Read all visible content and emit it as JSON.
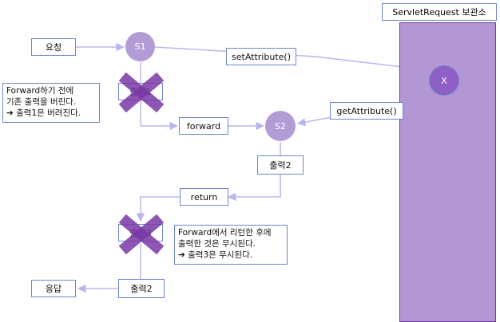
{
  "storage": {
    "title": "ServletRequest 보관소"
  },
  "nodes": {
    "request": "요청",
    "s1": "S1",
    "s2": "S2",
    "x": "X",
    "set_attribute": "setAttribute()",
    "get_attribute": "getAttribute()",
    "output1": "출력1",
    "forward": "forward",
    "output2_s2": "출력2",
    "return": "return",
    "output3": "출력3",
    "output2_final": "출력2",
    "response": "응답"
  },
  "notes": {
    "forward_note": [
      "Forward하기 전에",
      "기존 출력을 버린다.",
      "➔ 출력1은 버려진다."
    ],
    "return_note": [
      "Forward에서 리턴한 후에",
      "출력한 것은 무시된다.",
      "➔ 출력3은 무시된다."
    ]
  },
  "colors": {
    "arrow": "#b7b7ee",
    "storage": "#b397d4",
    "cross": "#7a38a6",
    "node": "#b39cd6",
    "node_dark": "#8e5fc5"
  }
}
